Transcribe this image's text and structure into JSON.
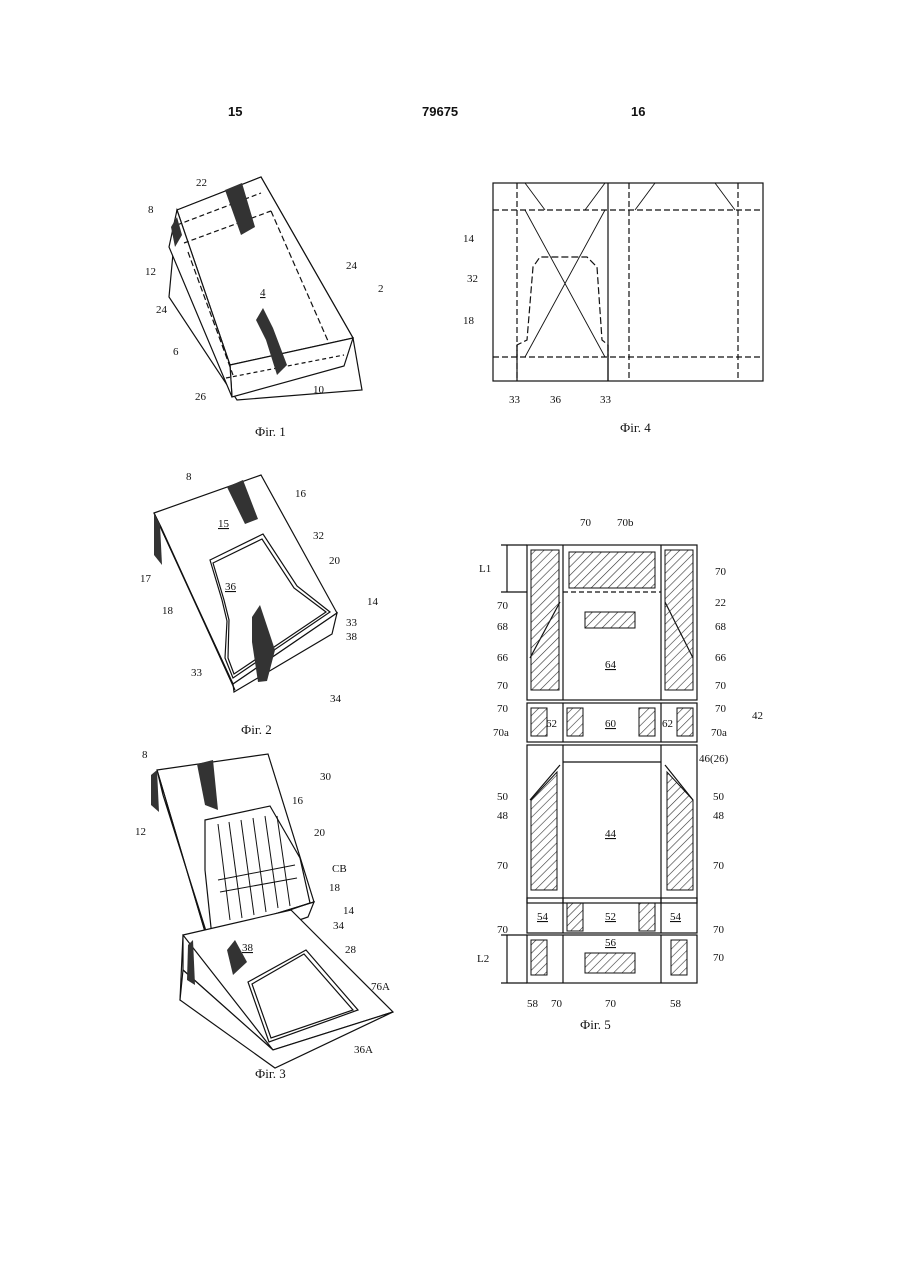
{
  "header": {
    "left_page": "15",
    "patent_number": "79675",
    "right_page": "16"
  },
  "figures": {
    "fig1": {
      "caption": "Фіг. 1",
      "labels": {
        "l8": "8",
        "l22": "22",
        "l12": "12",
        "l4": "4",
        "l24a": "24",
        "l24b": "24",
        "l2": "2",
        "l6": "6",
        "l26": "26",
        "l10": "10"
      }
    },
    "fig2": {
      "caption": "Фіг. 2",
      "labels": {
        "l8": "8",
        "l16": "16",
        "l15": "15",
        "l32": "32",
        "l20": "20",
        "l17": "17",
        "l36": "36",
        "l18": "18",
        "l14": "14",
        "l33a": "33",
        "l38": "38",
        "l33b": "33",
        "l34": "34"
      }
    },
    "fig3": {
      "caption": "Фіг. 3",
      "labels": {
        "l8": "8",
        "l30": "30",
        "l16": "16",
        "l12": "12",
        "l20": "20",
        "lCB": "CB",
        "l18": "18",
        "l14": "14",
        "l34": "34",
        "l38": "38",
        "l28": "28",
        "l76A": "76A",
        "l36A": "36A"
      }
    },
    "fig4": {
      "caption": "Фіг. 4",
      "labels": {
        "l14": "14",
        "l32": "32",
        "l18": "18",
        "l33a": "33",
        "l36": "36",
        "l33b": "33"
      }
    },
    "fig5": {
      "caption": "Фіг. 5",
      "labels": {
        "l70top": "70",
        "l70b": "70b",
        "lL1": "L1",
        "l70r1": "70",
        "l70l1": "70",
        "l22": "22",
        "l68l": "68",
        "l68r": "68",
        "l64": "64",
        "l66l": "66",
        "l66r": "66",
        "l70l2": "70",
        "l70r2": "70",
        "l70l3": "70",
        "l62l": "62",
        "l60": "60",
        "l62r": "62",
        "l70r3": "70",
        "l42": "42",
        "l70al": "70a",
        "l70ar": "70a",
        "l46": "46(26)",
        "l50l": "50",
        "l50r": "50",
        "l48l": "48",
        "l48r": "48",
        "l44": "44",
        "l70l4": "70",
        "l70r4": "70",
        "l54l": "54",
        "l52": "52",
        "l54r": "54",
        "l70l5": "70",
        "l70r5": "70",
        "lL2": "L2",
        "l56": "56",
        "l70r6": "70",
        "l58l": "58",
        "l70b1": "70",
        "l70b2": "70",
        "l58r": "58"
      }
    }
  }
}
